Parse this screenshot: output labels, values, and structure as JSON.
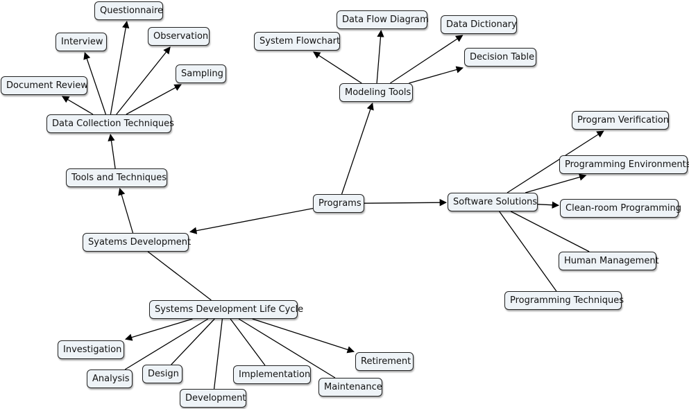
{
  "nodes": {
    "questionnaire": "Questionnaire",
    "interview": "Interview",
    "observation": "Observation",
    "sampling": "Sampling",
    "document_review": "Document Review",
    "data_collection": "Data Collection Techniques",
    "tools_techniques": "Tools and Techniques",
    "syatems_development": "Syatems Development",
    "sdlc": "Systems Development Life Cycle",
    "investigation": "Investigation",
    "analysis": "Analysis",
    "design": "Design",
    "development": "Development",
    "implementation": "Implementation",
    "maintenance": "Maintenance",
    "retirement": "Retirement",
    "programs": "Programs",
    "modeling_tools": "Modeling Tools",
    "system_flowchart": "System Flowchart",
    "data_flow_diagram": "Data Flow Diagram",
    "data_dictionary": "Data Dictionary",
    "decision_table": "Decision Table",
    "software_solutions": "Software Solutions",
    "program_verification": "Program Verification",
    "programming_environments": "Programming Environments",
    "clean_room": "Clean-room Programming",
    "human_management": "Human Management",
    "programming_techniques": "Programming Techniques"
  },
  "edges": [
    {
      "from": "programs",
      "to": "syatems_development",
      "arrow": true
    },
    {
      "from": "programs",
      "to": "modeling_tools",
      "arrow": true
    },
    {
      "from": "programs",
      "to": "software_solutions",
      "arrow": true
    },
    {
      "from": "syatems_development",
      "to": "tools_techniques",
      "arrow": true
    },
    {
      "from": "tools_techniques",
      "to": "data_collection",
      "arrow": true
    },
    {
      "from": "data_collection",
      "to": "document_review",
      "arrow": true
    },
    {
      "from": "data_collection",
      "to": "interview",
      "arrow": true
    },
    {
      "from": "data_collection",
      "to": "questionnaire",
      "arrow": true
    },
    {
      "from": "data_collection",
      "to": "observation",
      "arrow": true
    },
    {
      "from": "data_collection",
      "to": "sampling",
      "arrow": true
    },
    {
      "from": "modeling_tools",
      "to": "system_flowchart",
      "arrow": true
    },
    {
      "from": "modeling_tools",
      "to": "data_flow_diagram",
      "arrow": true
    },
    {
      "from": "modeling_tools",
      "to": "data_dictionary",
      "arrow": true
    },
    {
      "from": "modeling_tools",
      "to": "decision_table",
      "arrow": true
    },
    {
      "from": "software_solutions",
      "to": "program_verification",
      "arrow": true
    },
    {
      "from": "software_solutions",
      "to": "programming_environments",
      "arrow": true
    },
    {
      "from": "software_solutions",
      "to": "clean_room",
      "arrow": true
    },
    {
      "from": "software_solutions",
      "to": "human_management",
      "arrow": false
    },
    {
      "from": "software_solutions",
      "to": "programming_techniques",
      "arrow": false
    },
    {
      "from": "syatems_development",
      "to": "sdlc",
      "arrow": false
    },
    {
      "from": "sdlc",
      "to": "investigation",
      "arrow": true
    },
    {
      "from": "sdlc",
      "to": "analysis",
      "arrow": false
    },
    {
      "from": "sdlc",
      "to": "design",
      "arrow": false
    },
    {
      "from": "sdlc",
      "to": "development",
      "arrow": false
    },
    {
      "from": "sdlc",
      "to": "implementation",
      "arrow": false
    },
    {
      "from": "sdlc",
      "to": "maintenance",
      "arrow": false
    },
    {
      "from": "sdlc",
      "to": "retirement",
      "arrow": true
    }
  ]
}
